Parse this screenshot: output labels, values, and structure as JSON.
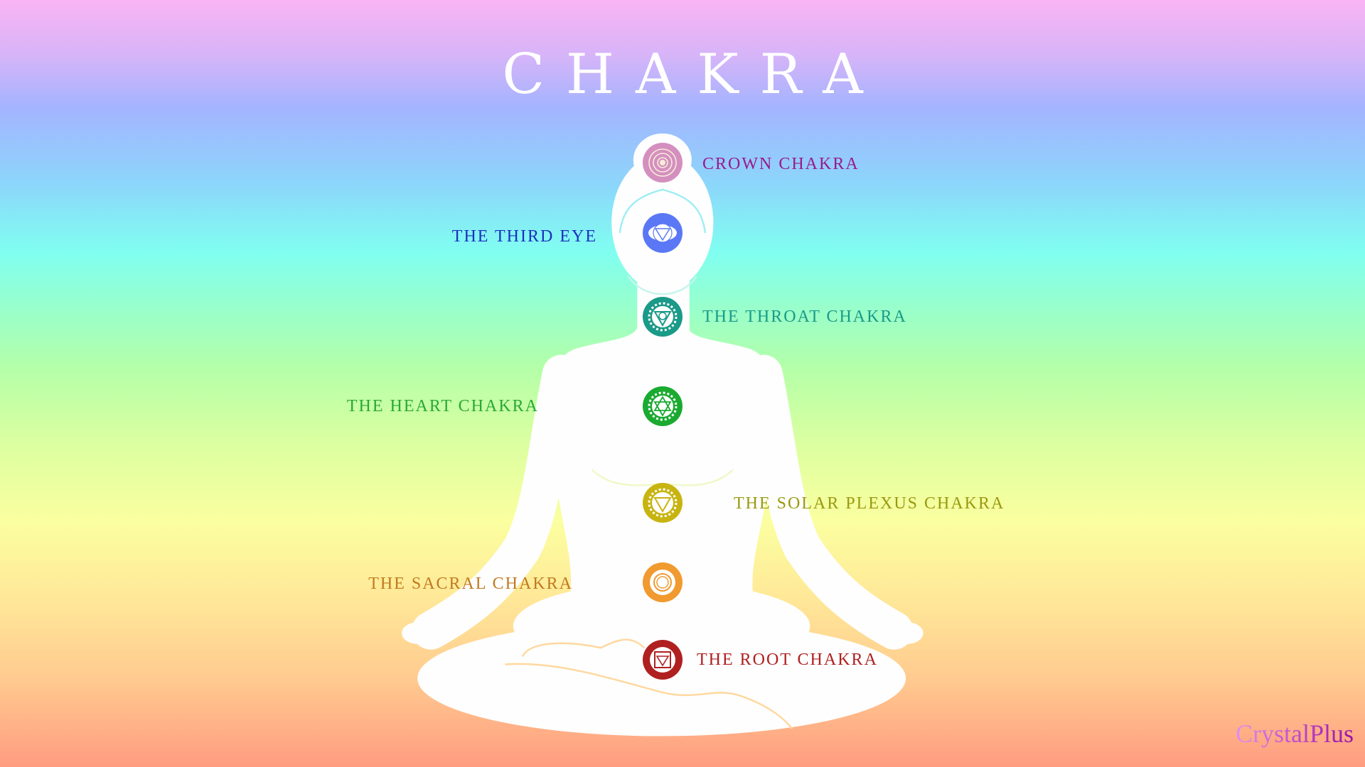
{
  "title": "CHAKRA",
  "brand": "CrystalPlus",
  "chakras": [
    {
      "label": "CROWN CHAKRA",
      "color": "#d48fbf",
      "text_color": "#9a1a8a",
      "icon": "crown-chakra-icon"
    },
    {
      "label": "THE THIRD EYE",
      "color": "#5a78f5",
      "text_color": "#1a30c0",
      "icon": "third-eye-chakra-icon"
    },
    {
      "label": "THE THROAT CHAKRA",
      "color": "#1a9a88",
      "text_color": "#1a9a88",
      "icon": "throat-chakra-icon"
    },
    {
      "label": "THE HEART CHAKRA",
      "color": "#1aaa30",
      "text_color": "#28a838",
      "icon": "heart-chakra-icon"
    },
    {
      "label": "THE SOLAR PLEXUS CHAKRA",
      "color": "#c8b410",
      "text_color": "#9a9a10",
      "icon": "solar-plexus-chakra-icon"
    },
    {
      "label": "THE SACRAL CHAKRA",
      "color": "#f09a30",
      "text_color": "#c07a20",
      "icon": "sacral-chakra-icon"
    },
    {
      "label": "THE ROOT CHAKRA",
      "color": "#b02020",
      "text_color": "#b02020",
      "icon": "root-chakra-icon"
    }
  ]
}
